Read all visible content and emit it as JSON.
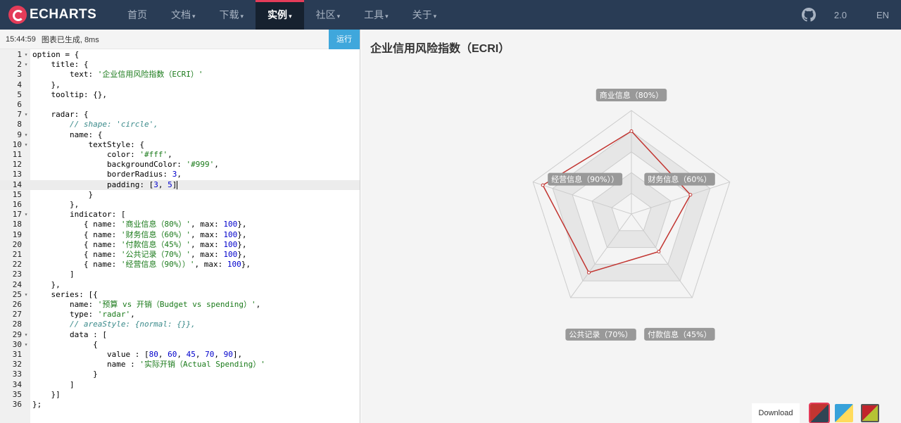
{
  "nav": {
    "logo_text": "ECHARTS",
    "items": [
      {
        "label": "首页",
        "caret": ""
      },
      {
        "label": "文档",
        "caret": "▾"
      },
      {
        "label": "下载",
        "caret": "▾"
      },
      {
        "label": "实例",
        "caret": "▾"
      },
      {
        "label": "社区",
        "caret": "▾"
      },
      {
        "label": "工具",
        "caret": "▾"
      },
      {
        "label": "关于",
        "caret": "▾"
      }
    ],
    "active_index": 3,
    "version": "2.0",
    "lang": "EN",
    "github_icon": "github-icon"
  },
  "editor": {
    "status_time": "15:44:59",
    "status_text": "图表已生成, 8ms",
    "run_label": "运行",
    "active_line": 14,
    "lines": [
      {
        "n": "1",
        "fold": true,
        "code": [
          [
            "k",
            "option = {"
          ]
        ]
      },
      {
        "n": "2",
        "fold": true,
        "code": [
          [
            "k",
            "    title: {"
          ]
        ]
      },
      {
        "n": "3",
        "fold": false,
        "code": [
          [
            "k",
            "        text: "
          ],
          [
            "s",
            "'企业信用风险指数（ECRI）'"
          ]
        ]
      },
      {
        "n": "4",
        "fold": false,
        "code": [
          [
            "k",
            "    },"
          ]
        ]
      },
      {
        "n": "5",
        "fold": false,
        "code": [
          [
            "k",
            "    tooltip: {},"
          ]
        ]
      },
      {
        "n": "6",
        "fold": false,
        "code": [
          [
            "k",
            ""
          ]
        ]
      },
      {
        "n": "7",
        "fold": true,
        "code": [
          [
            "k",
            "    radar: {"
          ]
        ]
      },
      {
        "n": "8",
        "fold": false,
        "code": [
          [
            "c",
            "        // shape: 'circle',"
          ]
        ]
      },
      {
        "n": "9",
        "fold": true,
        "code": [
          [
            "k",
            "        name: {"
          ]
        ]
      },
      {
        "n": "10",
        "fold": true,
        "code": [
          [
            "k",
            "            textStyle: {"
          ]
        ]
      },
      {
        "n": "11",
        "fold": false,
        "code": [
          [
            "k",
            "                color: "
          ],
          [
            "s",
            "'#fff'"
          ],
          [
            "k",
            ","
          ]
        ]
      },
      {
        "n": "12",
        "fold": false,
        "code": [
          [
            "k",
            "                backgroundColor: "
          ],
          [
            "s",
            "'#999'"
          ],
          [
            "k",
            ","
          ]
        ]
      },
      {
        "n": "13",
        "fold": false,
        "code": [
          [
            "k",
            "                borderRadius: "
          ],
          [
            "n",
            "3"
          ],
          [
            "k",
            ","
          ]
        ]
      },
      {
        "n": "14",
        "fold": false,
        "code": [
          [
            "k",
            "                padding: ["
          ],
          [
            "n",
            "3"
          ],
          [
            "k",
            ", "
          ],
          [
            "n",
            "5"
          ],
          [
            "k",
            "]"
          ]
        ]
      },
      {
        "n": "15",
        "fold": false,
        "code": [
          [
            "k",
            "            }"
          ]
        ]
      },
      {
        "n": "16",
        "fold": false,
        "code": [
          [
            "k",
            "        },"
          ]
        ]
      },
      {
        "n": "17",
        "fold": true,
        "code": [
          [
            "k",
            "        indicator: ["
          ]
        ]
      },
      {
        "n": "18",
        "fold": false,
        "code": [
          [
            "k",
            "           { name: "
          ],
          [
            "s",
            "'商业信息（80%）'"
          ],
          [
            "k",
            ", max: "
          ],
          [
            "n",
            "100"
          ],
          [
            "k",
            "},"
          ]
        ]
      },
      {
        "n": "19",
        "fold": false,
        "code": [
          [
            "k",
            "           { name: "
          ],
          [
            "s",
            "'财务信息（60%）'"
          ],
          [
            "k",
            ", max: "
          ],
          [
            "n",
            "100"
          ],
          [
            "k",
            "},"
          ]
        ]
      },
      {
        "n": "20",
        "fold": false,
        "code": [
          [
            "k",
            "           { name: "
          ],
          [
            "s",
            "'付款信息（45%）'"
          ],
          [
            "k",
            ", max: "
          ],
          [
            "n",
            "100"
          ],
          [
            "k",
            "},"
          ]
        ]
      },
      {
        "n": "21",
        "fold": false,
        "code": [
          [
            "k",
            "           { name: "
          ],
          [
            "s",
            "'公共记录（70%）'"
          ],
          [
            "k",
            ", max: "
          ],
          [
            "n",
            "100"
          ],
          [
            "k",
            "},"
          ]
        ]
      },
      {
        "n": "22",
        "fold": false,
        "code": [
          [
            "k",
            "           { name: "
          ],
          [
            "s",
            "'经营信息（90%））'"
          ],
          [
            "k",
            ", max: "
          ],
          [
            "n",
            "100"
          ],
          [
            "k",
            "},"
          ]
        ]
      },
      {
        "n": "23",
        "fold": false,
        "code": [
          [
            "k",
            "        ]"
          ]
        ]
      },
      {
        "n": "24",
        "fold": false,
        "code": [
          [
            "k",
            "    },"
          ]
        ]
      },
      {
        "n": "25",
        "fold": true,
        "code": [
          [
            "k",
            "    series: [{"
          ]
        ]
      },
      {
        "n": "26",
        "fold": false,
        "code": [
          [
            "k",
            "        name: "
          ],
          [
            "s",
            "'预算 vs 开销（Budget vs spending）'"
          ],
          [
            "k",
            ","
          ]
        ]
      },
      {
        "n": "27",
        "fold": false,
        "code": [
          [
            "k",
            "        type: "
          ],
          [
            "s",
            "'radar'"
          ],
          [
            "k",
            ","
          ]
        ]
      },
      {
        "n": "28",
        "fold": false,
        "code": [
          [
            "c",
            "        // areaStyle: {normal: {}},"
          ]
        ]
      },
      {
        "n": "29",
        "fold": true,
        "code": [
          [
            "k",
            "        data : ["
          ]
        ]
      },
      {
        "n": "30",
        "fold": true,
        "code": [
          [
            "k",
            "             {"
          ]
        ]
      },
      {
        "n": "31",
        "fold": false,
        "code": [
          [
            "k",
            "                value : ["
          ],
          [
            "n",
            "80"
          ],
          [
            "k",
            ", "
          ],
          [
            "n",
            "60"
          ],
          [
            "k",
            ", "
          ],
          [
            "n",
            "45"
          ],
          [
            "k",
            ", "
          ],
          [
            "n",
            "70"
          ],
          [
            "k",
            ", "
          ],
          [
            "n",
            "90"
          ],
          [
            "k",
            "],"
          ]
        ]
      },
      {
        "n": "32",
        "fold": false,
        "code": [
          [
            "k",
            "                name : "
          ],
          [
            "s",
            "'实际开销（Actual Spending）'"
          ]
        ]
      },
      {
        "n": "33",
        "fold": false,
        "code": [
          [
            "k",
            "             }"
          ]
        ]
      },
      {
        "n": "34",
        "fold": false,
        "code": [
          [
            "k",
            "        ]"
          ]
        ]
      },
      {
        "n": "35",
        "fold": false,
        "code": [
          [
            "k",
            "    }]"
          ]
        ]
      },
      {
        "n": "36",
        "fold": false,
        "code": [
          [
            "k",
            "};"
          ]
        ]
      }
    ]
  },
  "chart_panel": {
    "download_label": "Download",
    "themes": [
      "theme-default",
      "theme-light",
      "theme-vintage"
    ]
  },
  "chart_data": {
    "type": "radar",
    "title": "企业信用风险指数（ECRI）",
    "indicators": [
      {
        "name": "商业信息（80%）",
        "max": 100
      },
      {
        "name": "财务信息（60%）",
        "max": 100
      },
      {
        "name": "付款信息（45%）",
        "max": 100
      },
      {
        "name": "公共记录（70%）",
        "max": 100
      },
      {
        "name": "经营信息（90%））",
        "max": 100
      }
    ],
    "series": [
      {
        "values": [
          80,
          60,
          45,
          70,
          90
        ]
      }
    ],
    "split_number": 5,
    "colors": {
      "line": "#c23531",
      "split_fill": "#e6e6e6",
      "split_line": "#cccccc",
      "label_bg": "#999999",
      "label_text": "#ffffff"
    }
  }
}
